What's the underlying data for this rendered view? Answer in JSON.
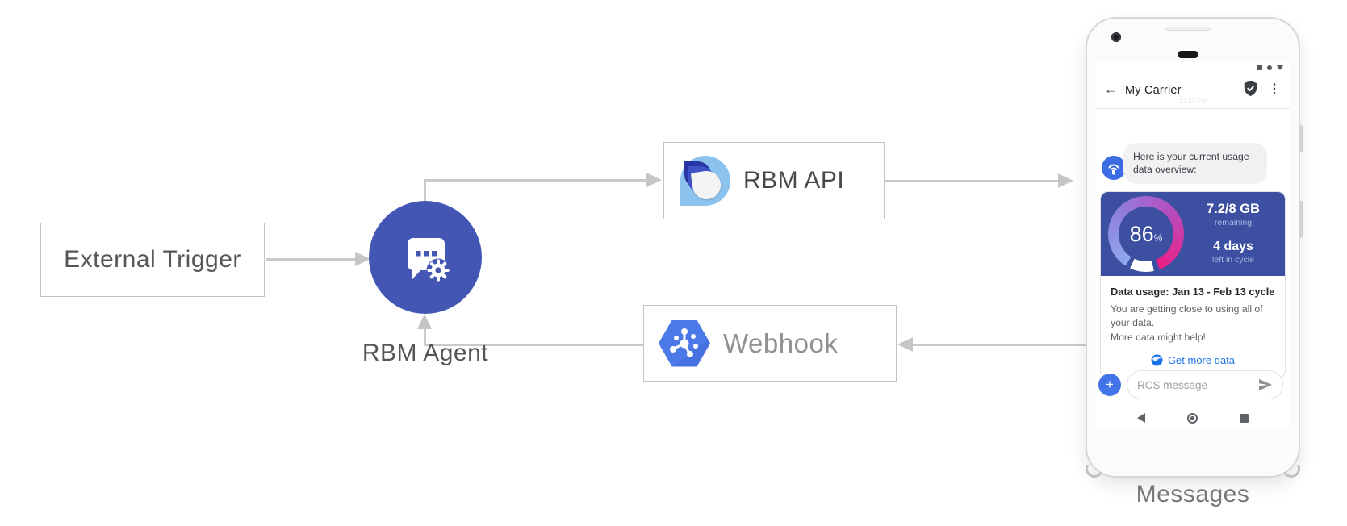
{
  "diagram": {
    "external_trigger_label": "External Trigger",
    "rbm_agent_label": "RBM Agent",
    "rbm_api_label": "RBM API",
    "webhook_label": "Webhook",
    "messages_caption": "Messages"
  },
  "phone": {
    "status_time": "12:30 PM",
    "header_title": "My Carrier",
    "bubble_line1": "Here is your current usage",
    "bubble_line2": "data overview:",
    "card": {
      "percent": "86",
      "percent_unit": "%",
      "amount": "7.2/8 GB",
      "amount_sub": "remaining",
      "days": "4 days",
      "days_sub": "left in cycle",
      "title": "Data usage: Jan 13 - Feb 13 cycle",
      "body1": "You are getting close to using all of your data.",
      "body2": "More data might help!",
      "cta": "Get more data"
    },
    "composer": {
      "plus": "+",
      "placeholder": "RCS message"
    }
  },
  "icons": {
    "back_arrow": "←",
    "overflow_menu": "⋮"
  },
  "colors": {
    "agent_circle": "#4456b4",
    "usage_card_bg": "#3d4fa0",
    "avatar_blue": "#3b6ce4",
    "plus_button_blue": "#4373e8",
    "link_blue": "#1a73e8",
    "webhook_hex_blue": "#4b7ae8",
    "api_logo_light_blue": "#8cc2ee",
    "api_logo_navy": "#2b36a6",
    "arrow_gray": "#c9cacc",
    "gauge_gradient_start": "#8fa8ec",
    "gauge_gradient_end": "#ec1e84"
  }
}
